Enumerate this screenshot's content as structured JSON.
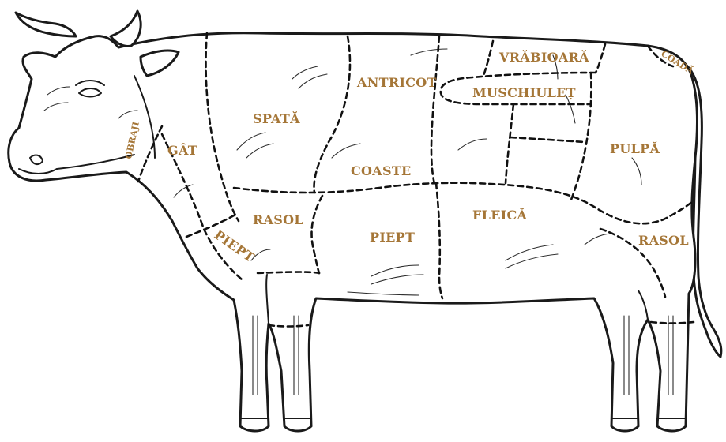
{
  "colors": {
    "label": "#a57637",
    "ink": "#1a1a1a",
    "background": "#ffffff"
  },
  "cuts": {
    "obraji": "OBRAJI",
    "gat": "GÂT",
    "spata": "SPATĂ",
    "antricot": "ANTRICOT",
    "vrabioara": "VRĂBIOARĂ",
    "coada": "COADĂ",
    "muschiulet": "MUSCHIULEȚ",
    "coaste": "COASTE",
    "pulpa": "PULPĂ",
    "rasol_front": "RASOL",
    "piept_front": "PIEPT",
    "piept": "PIEPT",
    "fleica": "FLEICĂ",
    "rasol_back": "RASOL"
  }
}
